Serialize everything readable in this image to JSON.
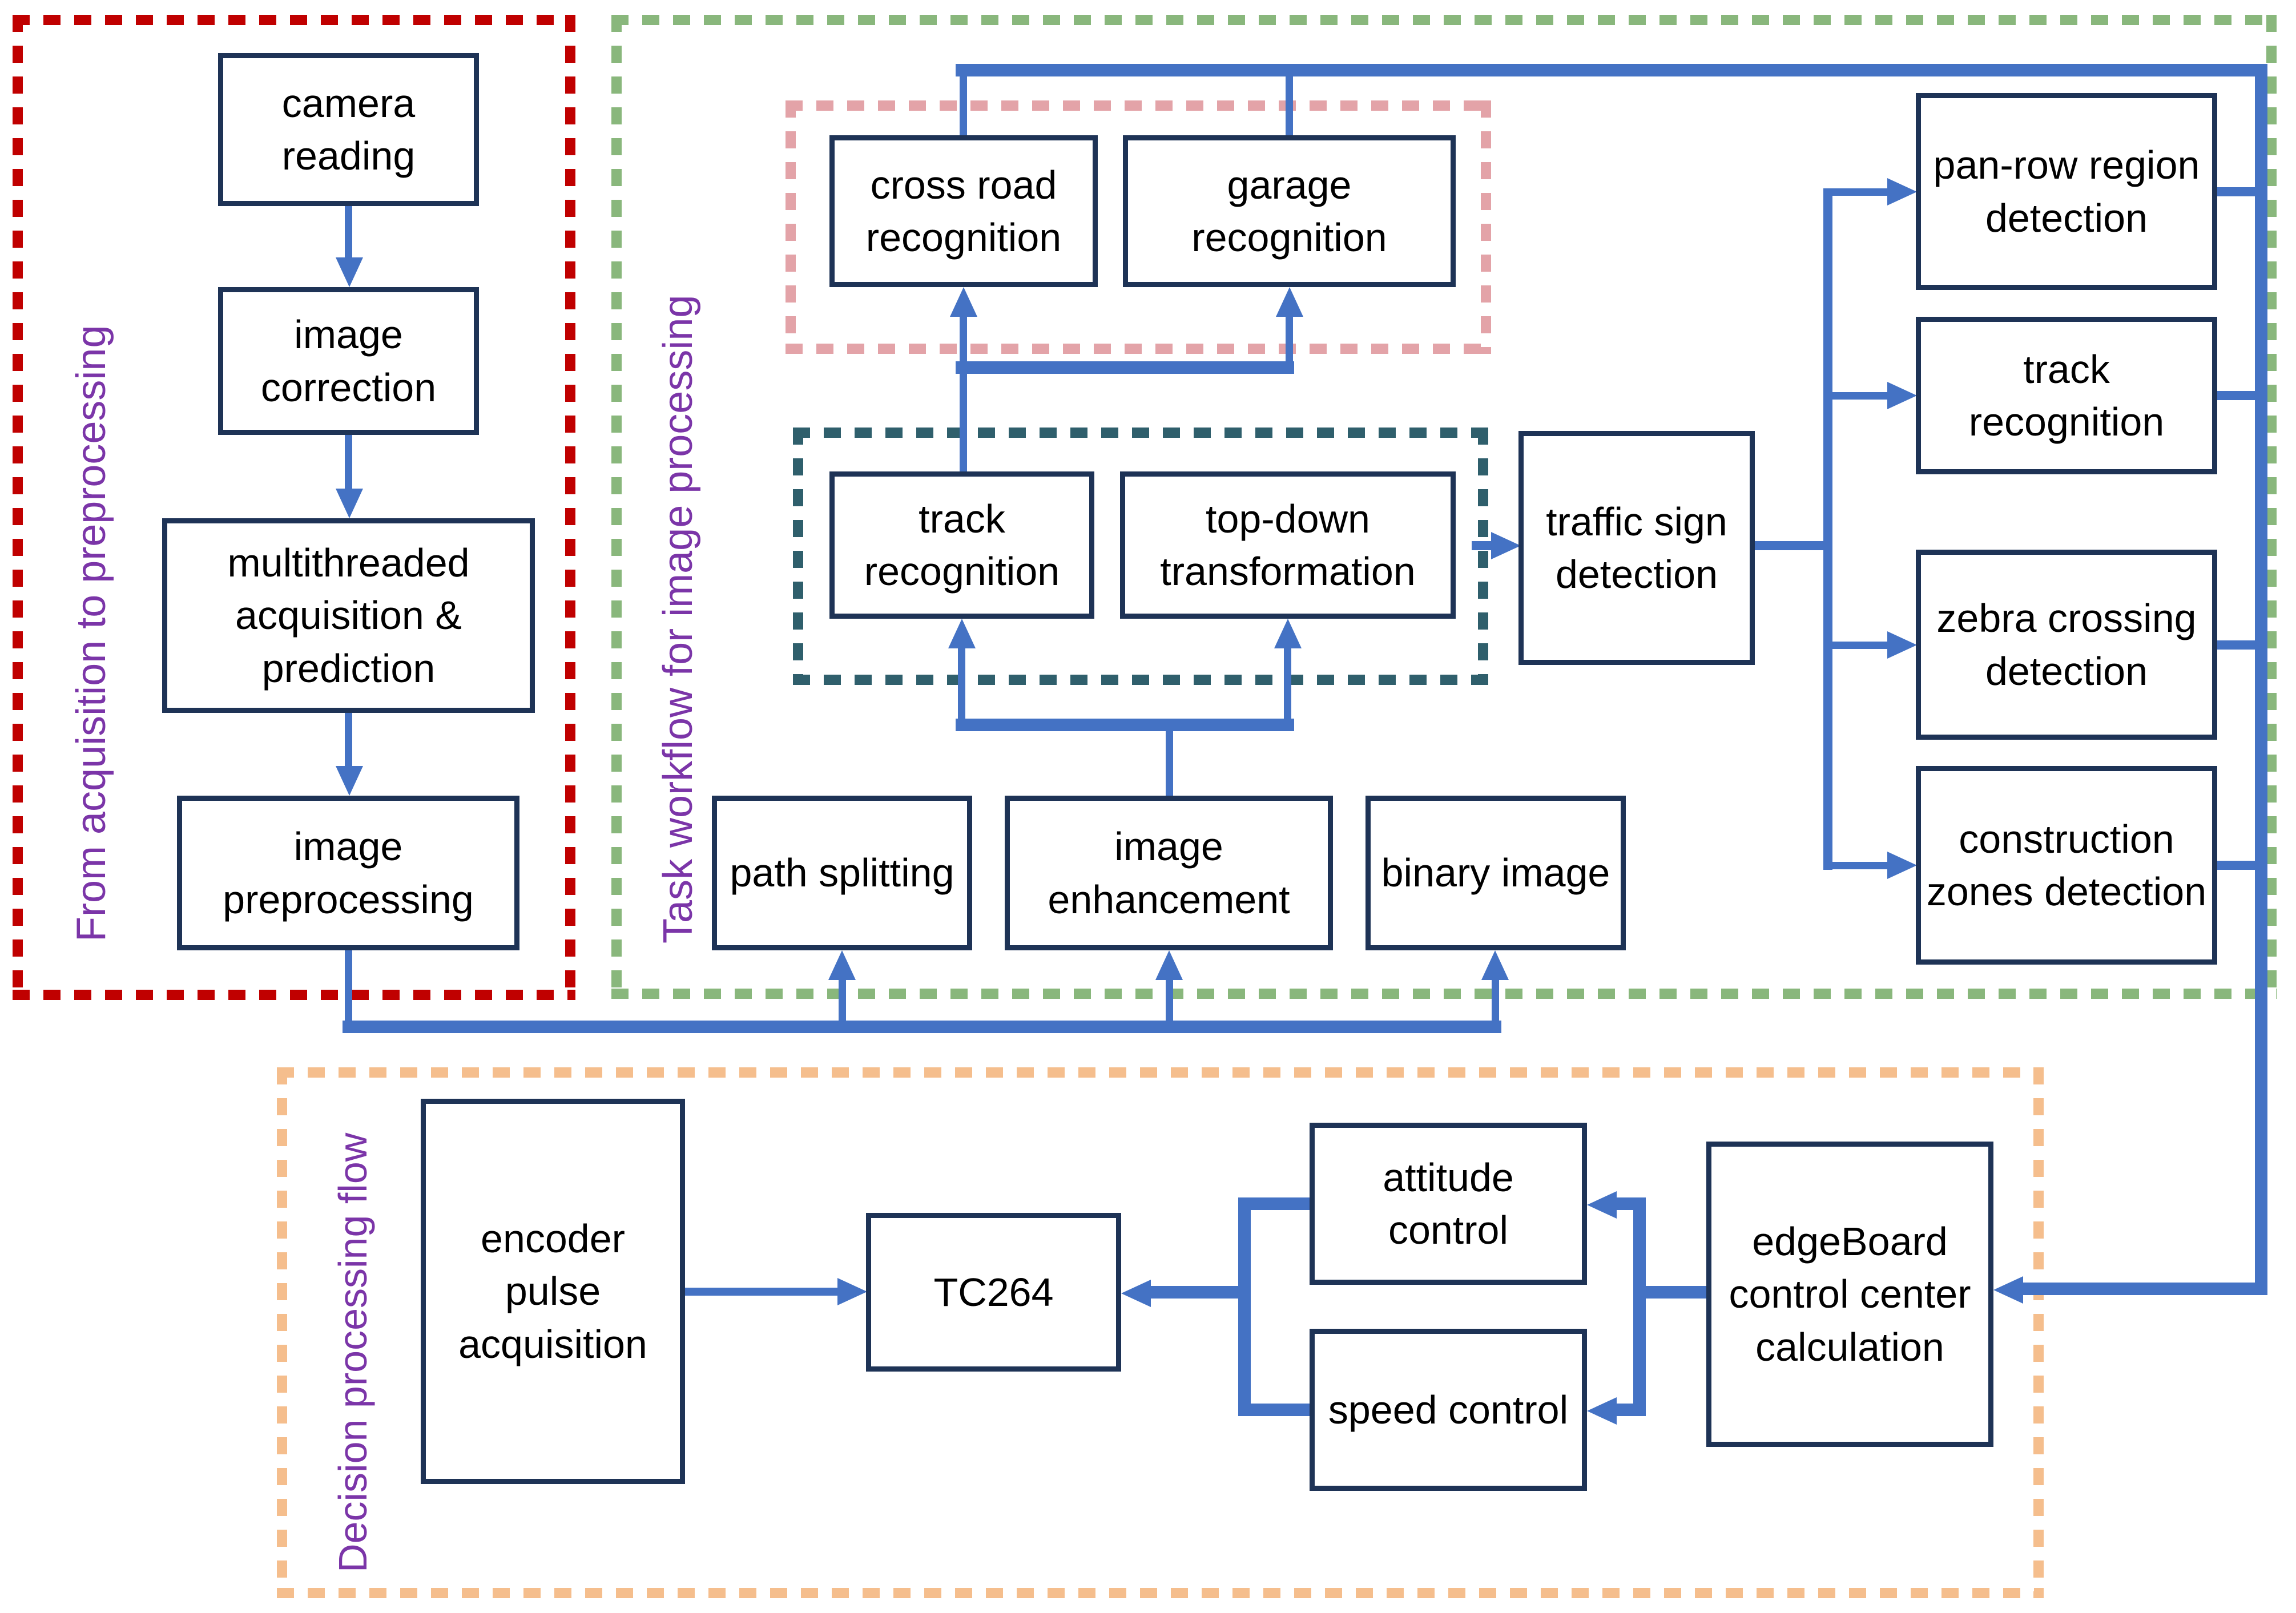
{
  "groups": {
    "acquisition": {
      "label": "From acquisition to preprocessing",
      "border_color": "#C00000"
    },
    "task_workflow": {
      "label": "Task workflow for image processing",
      "border_color": "#89B77C"
    },
    "crossroad_garage_subgroup": {
      "border_color": "#E3A3A8"
    },
    "track_topdown_subgroup": {
      "border_color": "#2F5F6C"
    },
    "decision": {
      "label": "Decision processing flow",
      "border_color": "#F5BE8D"
    }
  },
  "nodes": {
    "camera_reading": {
      "label": "camera reading"
    },
    "image_correction": {
      "label": "image correction"
    },
    "multithreaded": {
      "label": "multithreaded acquisition & prediction"
    },
    "image_preprocessing": {
      "label": "image preprocessing"
    },
    "path_splitting": {
      "label": "path splitting"
    },
    "image_enhancement": {
      "label": "image enhancement"
    },
    "binary_image": {
      "label": "binary image"
    },
    "cross_road_recognition": {
      "label": "cross road recognition"
    },
    "garage_recognition": {
      "label": "garage recognition"
    },
    "track_recognition_mid": {
      "label": "track recognition"
    },
    "top_down_transformation": {
      "label": "top-down transformation"
    },
    "traffic_sign_detection": {
      "label": "traffic sign detection"
    },
    "pan_row_region_detection": {
      "label": "pan-row region detection"
    },
    "track_recognition_right": {
      "label": "track recognition"
    },
    "zebra_crossing_detection": {
      "label": "zebra crossing detection"
    },
    "construction_zones_detection": {
      "label": "construction zones detection"
    },
    "encoder_pulse_acquisition": {
      "label": "encoder pulse acquisition"
    },
    "tc264": {
      "label": "TC264"
    },
    "attitude_control": {
      "label": "attitude control"
    },
    "speed_control": {
      "label": "speed control"
    },
    "edgeboard": {
      "label": "edgeBoard control center calculation"
    }
  },
  "edges": [
    {
      "from": "camera_reading",
      "to": "image_correction"
    },
    {
      "from": "image_correction",
      "to": "multithreaded"
    },
    {
      "from": "multithreaded",
      "to": "image_preprocessing"
    },
    {
      "from": "image_preprocessing",
      "to": "path_splitting"
    },
    {
      "from": "image_preprocessing",
      "to": "image_enhancement"
    },
    {
      "from": "image_preprocessing",
      "to": "binary_image"
    },
    {
      "from": "image_enhancement",
      "to": "track_recognition_mid"
    },
    {
      "from": "image_enhancement",
      "to": "top_down_transformation"
    },
    {
      "from": "track_recognition_mid",
      "to": "cross_road_recognition"
    },
    {
      "from": "track_recognition_mid",
      "to": "garage_recognition"
    },
    {
      "from": "track_topdown_subgroup",
      "to": "traffic_sign_detection"
    },
    {
      "from": "traffic_sign_detection",
      "to": "pan_row_region_detection"
    },
    {
      "from": "traffic_sign_detection",
      "to": "track_recognition_right"
    },
    {
      "from": "traffic_sign_detection",
      "to": "zebra_crossing_detection"
    },
    {
      "from": "traffic_sign_detection",
      "to": "construction_zones_detection"
    },
    {
      "from": "cross_road_recognition",
      "to": "edgeboard"
    },
    {
      "from": "garage_recognition",
      "to": "edgeboard"
    },
    {
      "from": "pan_row_region_detection",
      "to": "edgeboard"
    },
    {
      "from": "track_recognition_right",
      "to": "edgeboard"
    },
    {
      "from": "zebra_crossing_detection",
      "to": "edgeboard"
    },
    {
      "from": "construction_zones_detection",
      "to": "edgeboard"
    },
    {
      "from": "edgeboard",
      "to": "attitude_control"
    },
    {
      "from": "edgeboard",
      "to": "speed_control"
    },
    {
      "from": "attitude_control",
      "to": "tc264"
    },
    {
      "from": "speed_control",
      "to": "tc264"
    },
    {
      "from": "encoder_pulse_acquisition",
      "to": "tc264"
    }
  ],
  "colors": {
    "arrow_blue": "#4472C4",
    "box_border_navy": "#1e3356",
    "group_red": "#C00000",
    "group_green": "#89B77C",
    "group_pink": "#E3A3A8",
    "group_teal": "#2F5F6C",
    "group_orange": "#F5BE8D",
    "label_purple": "#7B35A8",
    "box_fill": "#ffffff",
    "text_black": "#000000"
  }
}
